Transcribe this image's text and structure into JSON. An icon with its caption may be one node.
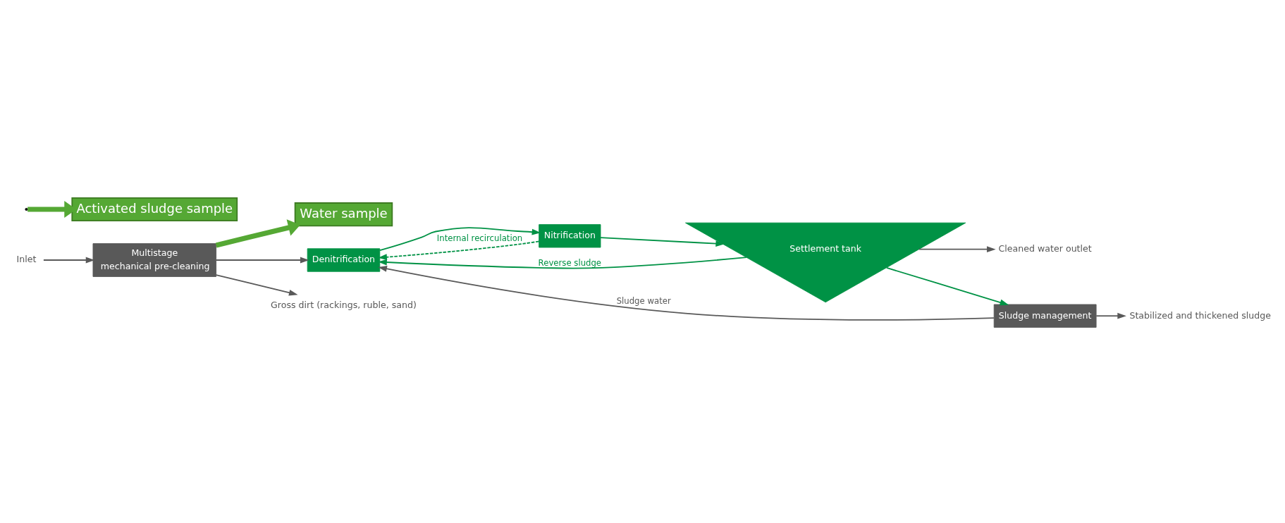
{
  "diagram": {
    "nodes": [
      {
        "text": [
          "Water sample"
        ]
      },
      {
        "text": [
          "Activated sludge sample"
        ]
      },
      {
        "text": [
          "Inlet"
        ]
      },
      {
        "text": [
          "Multistage",
          "mechanical pre-cleaning"
        ]
      },
      {
        "text": [
          "Denitrification"
        ]
      },
      {
        "text": [
          "Nitrification"
        ]
      },
      {
        "text": [
          "Settlement tank"
        ]
      },
      {
        "text": [
          "Cleaned water outlet"
        ]
      },
      {
        "text": [
          "Gross dirt (rackings, ruble, sand)"
        ]
      },
      {
        "text": [
          "Sludge management"
        ]
      },
      {
        "text": [
          "Stabilized and thickened sludge"
        ]
      }
    ],
    "edges": [
      {
        "from": 2,
        "to": 3,
        "arrow": "to"
      },
      {
        "from": 3,
        "to": 0,
        "arrow": "to",
        "style": "thick",
        "color": "#55a834"
      },
      {
        "from": 3,
        "to": 4,
        "arrow": "to"
      },
      {
        "from": 3,
        "to": 8,
        "arrow": "to"
      },
      {
        "from": 4,
        "to": 5,
        "arrow": "to",
        "color": "#009245"
      },
      {
        "from": 5,
        "to": 4,
        "arrow": "to",
        "label": "Internal recirculation",
        "style": "dashed",
        "color": "#009245"
      },
      {
        "from": null,
        "to": 1,
        "arrow": "to",
        "style": "thick",
        "color": "#55a834"
      },
      {
        "from": 5,
        "to": 6,
        "arrow": "to",
        "color": "#009245"
      },
      {
        "from": 6,
        "to": 7,
        "arrow": "to"
      },
      {
        "from": 6,
        "to": 9,
        "arrow": "to",
        "color": "#009245"
      },
      {
        "from": 6,
        "to": 4,
        "arrow": "to",
        "label": "Reverse sludge",
        "color": "#009245"
      },
      {
        "from": 9,
        "to": 4,
        "arrow": "to",
        "label": "Sludge water"
      },
      {
        "from": 9,
        "to": 10,
        "arrow": "to"
      }
    ]
  }
}
